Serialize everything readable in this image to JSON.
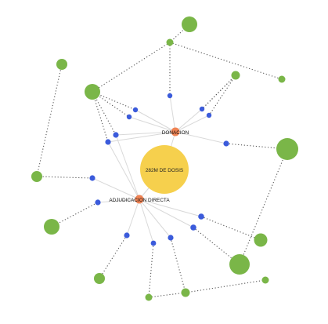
{
  "center": {
    "label": "282M DE DOSIS",
    "color": "#f6d04d"
  },
  "hubs": {
    "donacion": {
      "label": "DONACION",
      "color": "#ef8354"
    },
    "adjudicacion": {
      "label": "ADJUDICACION DIRECTA",
      "color": "#ef8354"
    }
  },
  "colors": {
    "blue_node": "#3b5bdb",
    "green_node": "#7ab648",
    "solid_edge": "#d9d9d9",
    "dotted_edge": "#555555"
  }
}
